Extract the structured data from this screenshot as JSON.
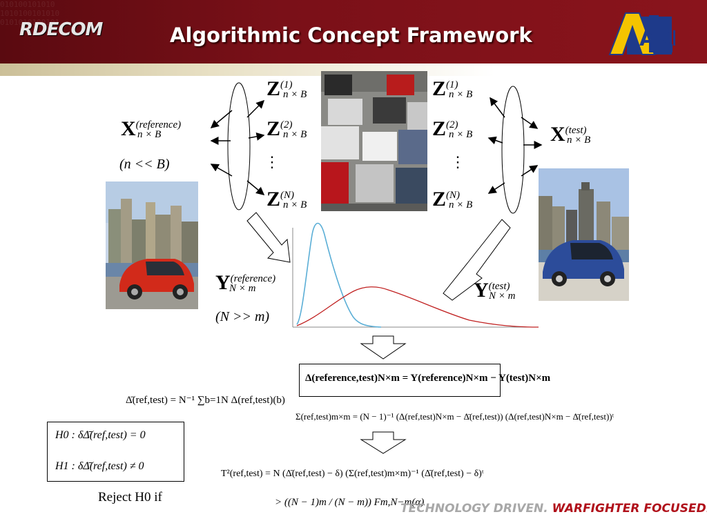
{
  "header": {
    "title": "Algorithmic Concept Framework",
    "logo_left_text": "RDECOM",
    "logo_right_text": "ARL"
  },
  "footer": {
    "part1": "TECHNOLOGY DRIVEN.",
    "part2": "WARFIGHTER FOCUSED."
  },
  "equations": {
    "x_ref": {
      "base": "X",
      "sup": "(reference)",
      "sub": "n × B",
      "cond": "(n << B)"
    },
    "x_test": {
      "base": "X",
      "sup": "(test)",
      "sub": "n × B"
    },
    "z1": {
      "base": "Z",
      "sup": "(1)",
      "sub": "n × B"
    },
    "z2": {
      "base": "Z",
      "sup": "(2)",
      "sub": "n × B"
    },
    "zn": {
      "base": "Z",
      "sup": "(N)",
      "sub": "n × B"
    },
    "vdots": "⋮",
    "y_ref": {
      "base": "Y",
      "sup": "(reference)",
      "sub": "N × m",
      "cond": "(N >> m)"
    },
    "y_test": {
      "base": "Y",
      "sup": "(test)",
      "sub": "N × m"
    },
    "delta_def": "Δ(reference,test)N×m = Y(reference)N×m − Y(test)N×m",
    "delta_mean": "Δ̄(ref,test) = N⁻¹ ∑b=1N Δ(ref,test)(b)",
    "sigma": "Σ(ref,test)m×m = (N − 1)⁻¹ (Δ(ref,test)N×m − Δ̄(ref,test)) (Δ(ref,test)N×m − Δ̄(ref,test))ᵗ",
    "h0": "H0 : δΔ̄(ref,test) = 0",
    "h1": "H1 : δΔ̄(ref,test) ≠ 0",
    "t2": "T²(ref,test) = N (Δ̄(ref,test) − δ) (Σ(ref,test)m×m)⁻¹ (Δ̄(ref,test) − δ)ᵗ",
    "reject": "Reject H0 if",
    "threshold": "> ((N − 1)m / (N − m)) Fm,N−m(α)"
  },
  "colors": {
    "header_red": "#7a1018",
    "footer_gray": "#a8a8a8",
    "footer_red": "#b0101a",
    "curve_blue": "#5aaed6",
    "curve_red": "#c02020"
  },
  "chart_data": {
    "type": "line",
    "series": [
      {
        "shape": "narrow peak",
        "color": "#5aaed6"
      },
      {
        "shape": "wide skewed",
        "color": "#c02020"
      }
    ]
  }
}
